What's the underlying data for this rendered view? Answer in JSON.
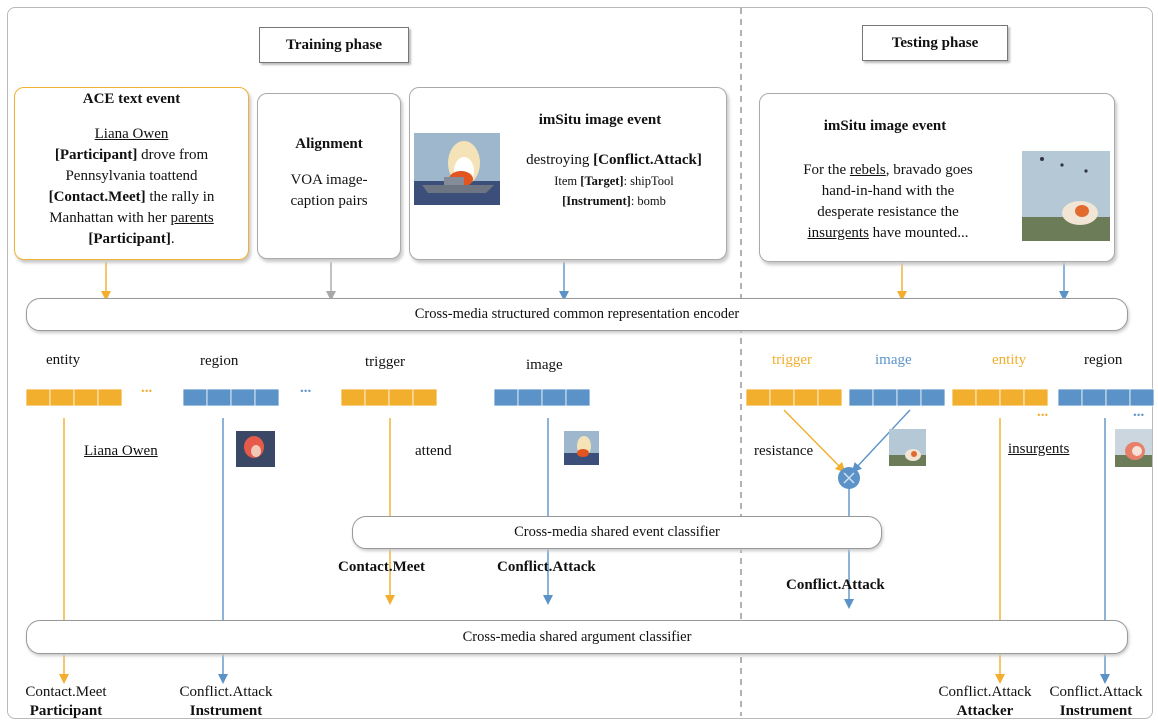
{
  "phases": {
    "training": "Training phase",
    "testing": "Testing phase"
  },
  "ace_box": {
    "title": "ACE text event",
    "name": "Liana Owen",
    "role1": "[Participant]",
    "text1": " drove from",
    "text2": "Pennsylvania toattend",
    "role2": "[Contact.Meet]",
    "text3": " the rally in",
    "text4": "Manhattan with her ",
    "parents": "parents",
    "role3": "[Participant]",
    "period": "."
  },
  "alignment_box": {
    "title": "Alignment",
    "line1": "VOA image-",
    "line2": "caption pairs"
  },
  "imsitu_train": {
    "title": "imSitu image event",
    "verb": "destroying ",
    "verb_role": "[Conflict.Attack]",
    "item": "Item ",
    "target_role": "[Target]",
    "target_val": ": shipTool",
    "instrument_role": "[Instrument]",
    "instrument_val": ": bomb"
  },
  "imsitu_test": {
    "title": "imSitu image event",
    "l1a": "For the ",
    "rebels": "rebels",
    "l1b": ", bravado goes",
    "l2": "hand-in-hand with the",
    "l3": "desperate resistance the",
    "insurgents": "insurgents",
    "l4": " have mounted..."
  },
  "encoder": "Cross-media structured common representation encoder",
  "event_classifier": "Cross-media shared event classifier",
  "argument_classifier": "Cross-media shared argument classifier",
  "features": {
    "entity": "entity",
    "region": "region",
    "trigger": "trigger",
    "image": "image",
    "test_trigger": "trigger",
    "test_image": "image",
    "test_entity": "entity",
    "test_region": "region"
  },
  "ellipsis": "...",
  "words": {
    "liana": "Liana Owen",
    "attend": "attend",
    "resistance": "resistance",
    "insurgents": "insurgents"
  },
  "outputs": {
    "contact_meet": "Contact.Meet",
    "conflict_attack_train": "Conflict.Attack",
    "conflict_attack_test": "Conflict.Attack",
    "arg1_event": "Contact.Meet",
    "arg1_role": "Participant",
    "arg2_event": "Conflict.Attack",
    "arg2_role": "Instrument",
    "arg3_event": "Conflict.Attack",
    "arg3_role": "Attacker",
    "arg4_event": "Conflict.Attack",
    "arg4_role": "Instrument"
  },
  "colors": {
    "orange": "#f2ae2d",
    "blue": "#5b93c9",
    "gray": "#a8a8a8"
  }
}
